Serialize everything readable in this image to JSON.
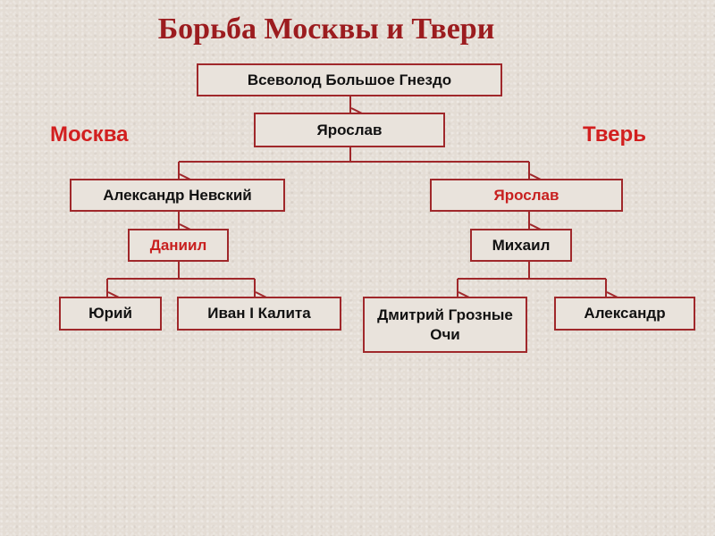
{
  "title": "Борьба Москвы и Твери",
  "sides": {
    "left": "Москва",
    "right": "Тверь"
  },
  "nodes": {
    "vsevolod": "Всеволод Большое Гнездо",
    "yaroslav_top": "Ярослав",
    "alexander_nevsky": "Александр Невский",
    "daniil": "Даниил",
    "yuri": "Юрий",
    "ivan_kalita": "Иван I Калита",
    "yaroslav_tver": "Ярослав",
    "mikhail": "Михаил",
    "dmitry": "Дмитрий Грозные Очи",
    "alexander_tver": "Александр"
  },
  "colors": {
    "line": "#a0282b",
    "accent": "#c8201f",
    "title": "#9c1c1f"
  }
}
